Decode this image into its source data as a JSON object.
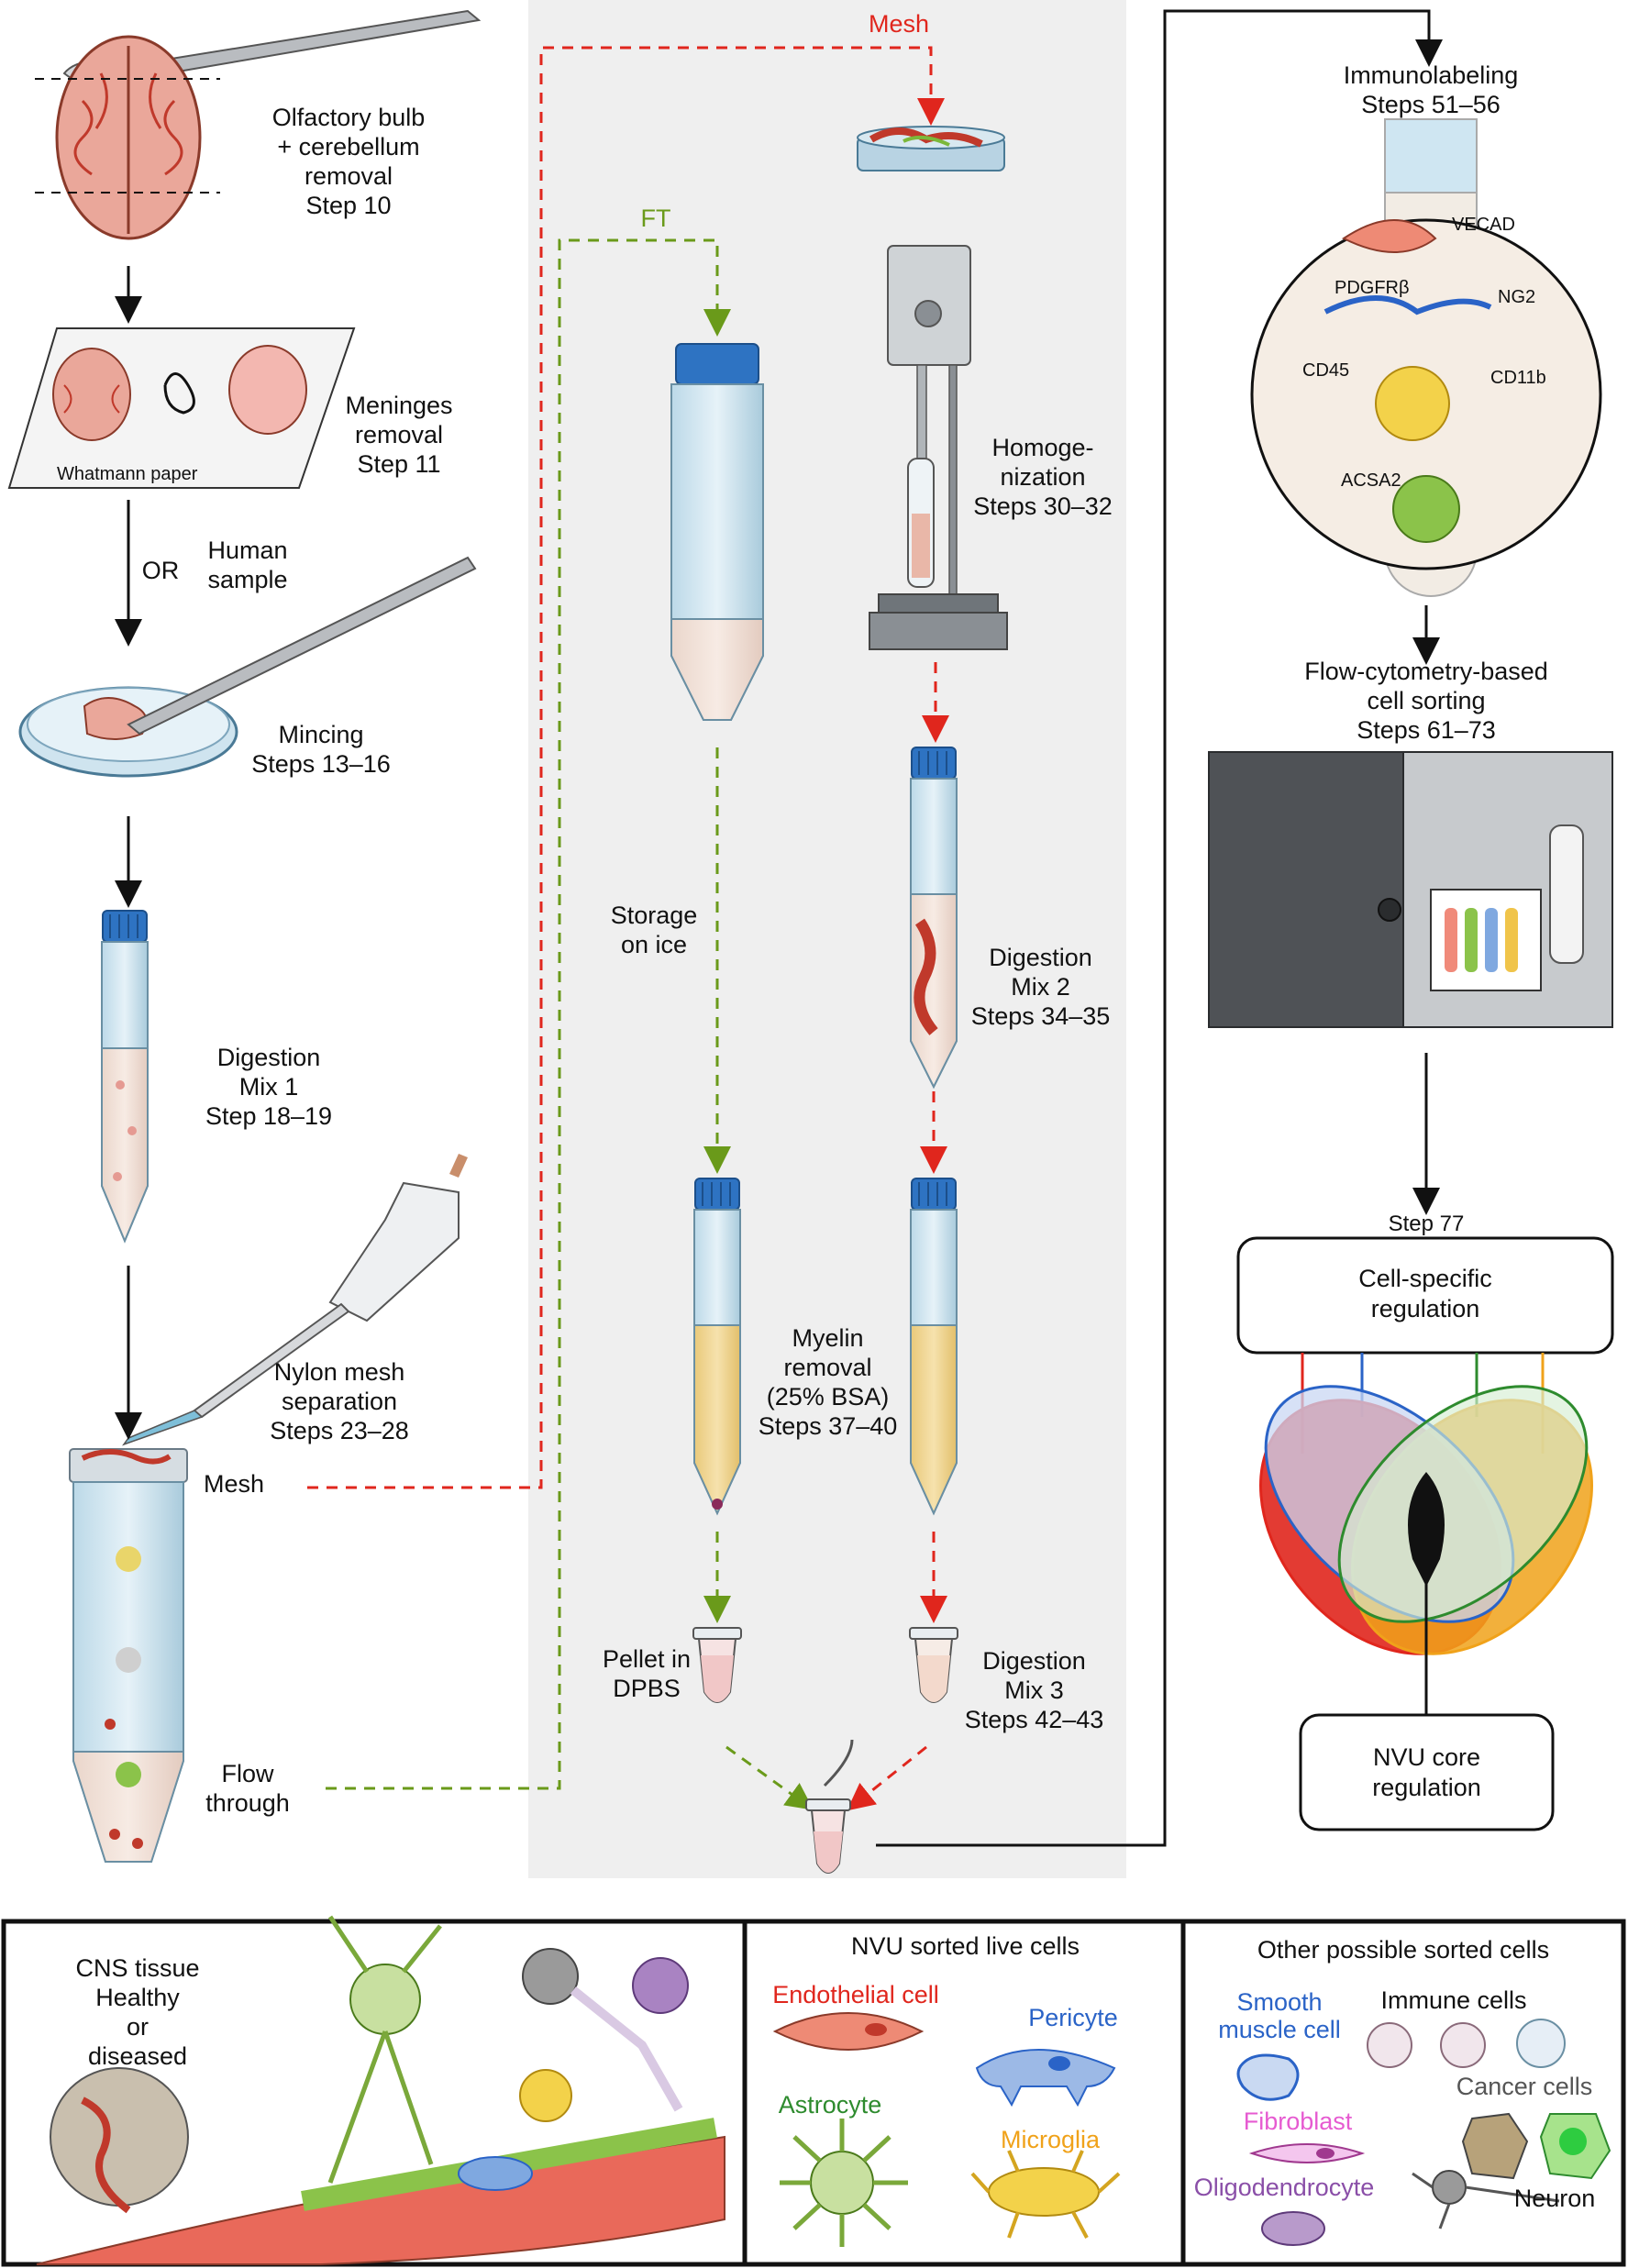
{
  "left_column": {
    "step_olfactory": "Olfactory bulb\n+ cerebellum\nremoval\nStep 10",
    "paper_label": "Whatmann paper",
    "step_meninges": "Meninges\nremoval\nStep 11",
    "or_label": "OR",
    "human_sample": "Human\nsample",
    "step_mincing": "Mincing\nSteps 13–16",
    "step_digestion1": "Digestion\nMix 1\nStep 18–19",
    "step_nylon": "Nylon mesh\nseparation\nSteps 23–28",
    "mesh_label": "Mesh",
    "flow_through": "Flow\nthrough"
  },
  "middle_column": {
    "mesh_top": "Mesh",
    "ft_label": "FT",
    "step_homogenization": "Homoge-\nnization\nSteps 30–32",
    "storage": "Storage\non ice",
    "step_digestion2": "Digestion\nMix 2\nSteps 34–35",
    "step_myelin": "Myelin\nremoval\n(25% BSA)\nSteps 37–40",
    "pellet": "Pellet in\nDPBS",
    "step_digestion3": "Digestion\nMix 3\nSteps 42–43"
  },
  "right_column": {
    "step_immunolabeling": "Immunolabeling\nSteps 51–56",
    "markers": {
      "vecad": "VECAD",
      "pdgfrb": "PDGFRβ",
      "ng2": "NG2",
      "cd45": "CD45",
      "cd11b": "CD11b",
      "acsa2": "ACSA2"
    },
    "step_sorting": "Flow-cytometry-based\ncell sorting\nSteps 61–73",
    "step_77": "Step 77",
    "cell_specific_box": "Cell-specific\nregulation",
    "nvu_core_box": "NVU core\nregulation"
  },
  "bottom_panel": {
    "cns_tissue": "CNS tissue\nHealthy\nor\ndiseased",
    "nvu_title": "NVU sorted live cells",
    "endothelial": "Endothelial cell",
    "pericyte": "Pericyte",
    "astrocyte": "Astrocyte",
    "microglia": "Microglia",
    "other_title": "Other possible sorted cells",
    "smooth_muscle": "Smooth\nmuscle cell",
    "immune": "Immune cells",
    "cancer": "Cancer cells",
    "fibroblast": "Fibroblast",
    "oligodendrocyte": "Oligodendrocyte",
    "neuron": "Neuron"
  },
  "colors": {
    "red_path": "#e0261d",
    "green_path": "#6a9a1a",
    "endothelial": "#e0261d",
    "pericyte": "#2a63c7",
    "astrocyte": "#2e8b2e",
    "microglia": "#f0a21a",
    "fibroblast": "#e65bd1",
    "oligodendrocyte": "#8a4fa8",
    "cancer": "#555555",
    "venn_red": "#e0261d",
    "venn_blue": "#2a63c7",
    "venn_green": "#2e8b2e",
    "venn_orange": "#f0a21a"
  },
  "icons": [
    "scalpel-icon",
    "brain-icon",
    "petri-dish-icon",
    "tube-icon",
    "pipette-icon",
    "homogenizer-icon",
    "sorter-icon",
    "venn-icon",
    "eppendorf-icon"
  ]
}
